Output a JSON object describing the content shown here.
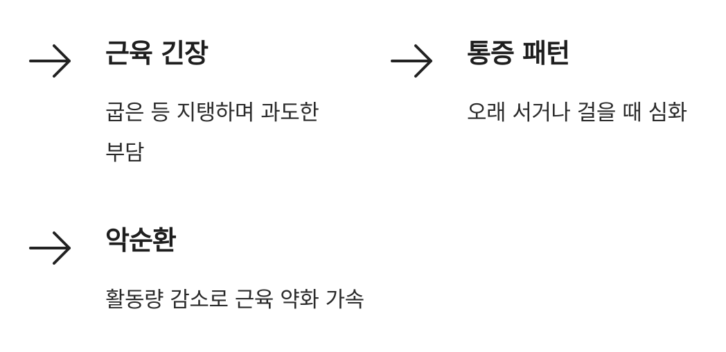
{
  "items": [
    {
      "title": "근육 긴장",
      "description": "굽은 등 지탱하며 과도한 부담",
      "icon": "arrow-right-icon"
    },
    {
      "title": "통증 패턴",
      "description": "오래 서거나 걸을 때 심화",
      "icon": "arrow-right-icon"
    },
    {
      "title": "악순환",
      "description": "활동량 감소로 근육 약화 가속",
      "icon": "arrow-right-icon"
    }
  ],
  "colors": {
    "text": "#222222",
    "icon": "#222222",
    "background": "#ffffff"
  }
}
